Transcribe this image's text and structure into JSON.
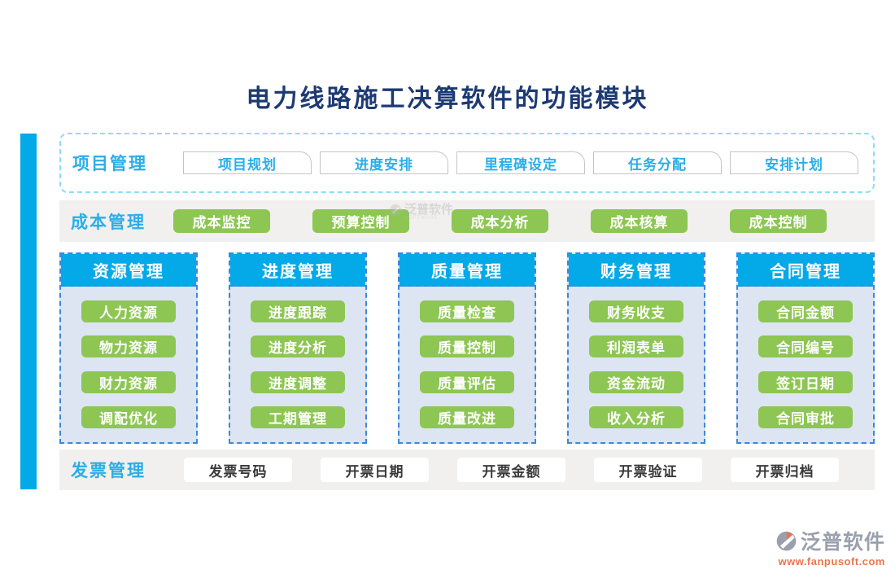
{
  "title": "电力线路施工决算软件的功能模块",
  "watermark": {
    "brand": "泛普软件",
    "sub": "SOFTWARE"
  },
  "project_row": {
    "label": "项目管理",
    "buttons": [
      "项目规划",
      "进度安排",
      "里程碑设定",
      "任务分配",
      "安排计划"
    ]
  },
  "cost_row": {
    "label": "成本管理",
    "buttons": [
      "成本监控",
      "预算控制",
      "成本分析",
      "成本核算",
      "成本控制"
    ]
  },
  "columns": [
    {
      "title": "资源管理",
      "items": [
        "人力资源",
        "物力资源",
        "财力资源",
        "调配优化"
      ]
    },
    {
      "title": "进度管理",
      "items": [
        "进度跟踪",
        "进度分析",
        "进度调整",
        "工期管理"
      ]
    },
    {
      "title": "质量管理",
      "items": [
        "质量检查",
        "质量控制",
        "质量评估",
        "质量改进"
      ]
    },
    {
      "title": "财务管理",
      "items": [
        "财务收支",
        "利润表单",
        "资金流动",
        "收入分析"
      ]
    },
    {
      "title": "合同管理",
      "items": [
        "合同金额",
        "合同编号",
        "签订日期",
        "合同审批"
      ]
    }
  ],
  "invoice_row": {
    "label": "发票管理",
    "buttons": [
      "发票号码",
      "开票日期",
      "开票金额",
      "开票验证",
      "开票归档"
    ]
  },
  "footer": {
    "brand": "泛普软件",
    "url": "www.fanpusoft.com"
  },
  "colors": {
    "accent_blue": "#04a9e8",
    "label_cyan": "#2aaee8",
    "green": "#8dc653",
    "column_body": "#dde4f2",
    "row_gray": "#f1f0ee",
    "title_navy": "#1d3a73",
    "dash_blue": "#3d87d9",
    "logo_orange": "#e87550"
  }
}
